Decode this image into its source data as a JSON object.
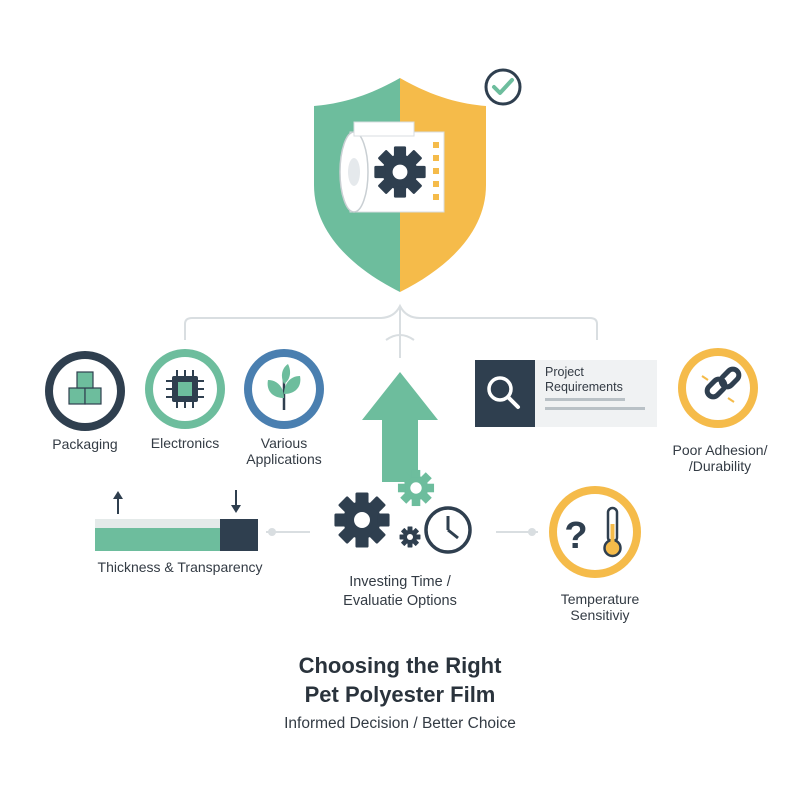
{
  "categories": [
    {
      "label": "Packaging",
      "icon": "boxes-icon"
    },
    {
      "label": "Electronics",
      "icon": "microchip-icon"
    },
    {
      "label": "Various Applications",
      "icon": "leaf-icon",
      "lines": [
        "Various",
        "Applications"
      ]
    }
  ],
  "project": {
    "lines": [
      "Project",
      "Requirements"
    ],
    "icon": "magnifier-icon"
  },
  "adhesion": {
    "lines": [
      "Poor Adhesion/",
      "/Durability"
    ],
    "icon": "broken-link-icon"
  },
  "thickness": {
    "label": "Thickness & Transparency"
  },
  "investing": {
    "lines": [
      "Investing Time /",
      "Evaluatie Options"
    ]
  },
  "temperature": {
    "lines": [
      "Temperature",
      "Sensitiviy"
    ],
    "icon": "thermometer-question-icon"
  },
  "footer": {
    "title_lines": [
      "Choosing the Right",
      "Pet Polyester Film"
    ],
    "subtitle": "Informed Decision / Better Choice"
  },
  "colors": {
    "teal": "#6dbd9d",
    "yellow": "#f5bb4a",
    "navy": "#2f3f4f",
    "light": "#eef1f2"
  }
}
